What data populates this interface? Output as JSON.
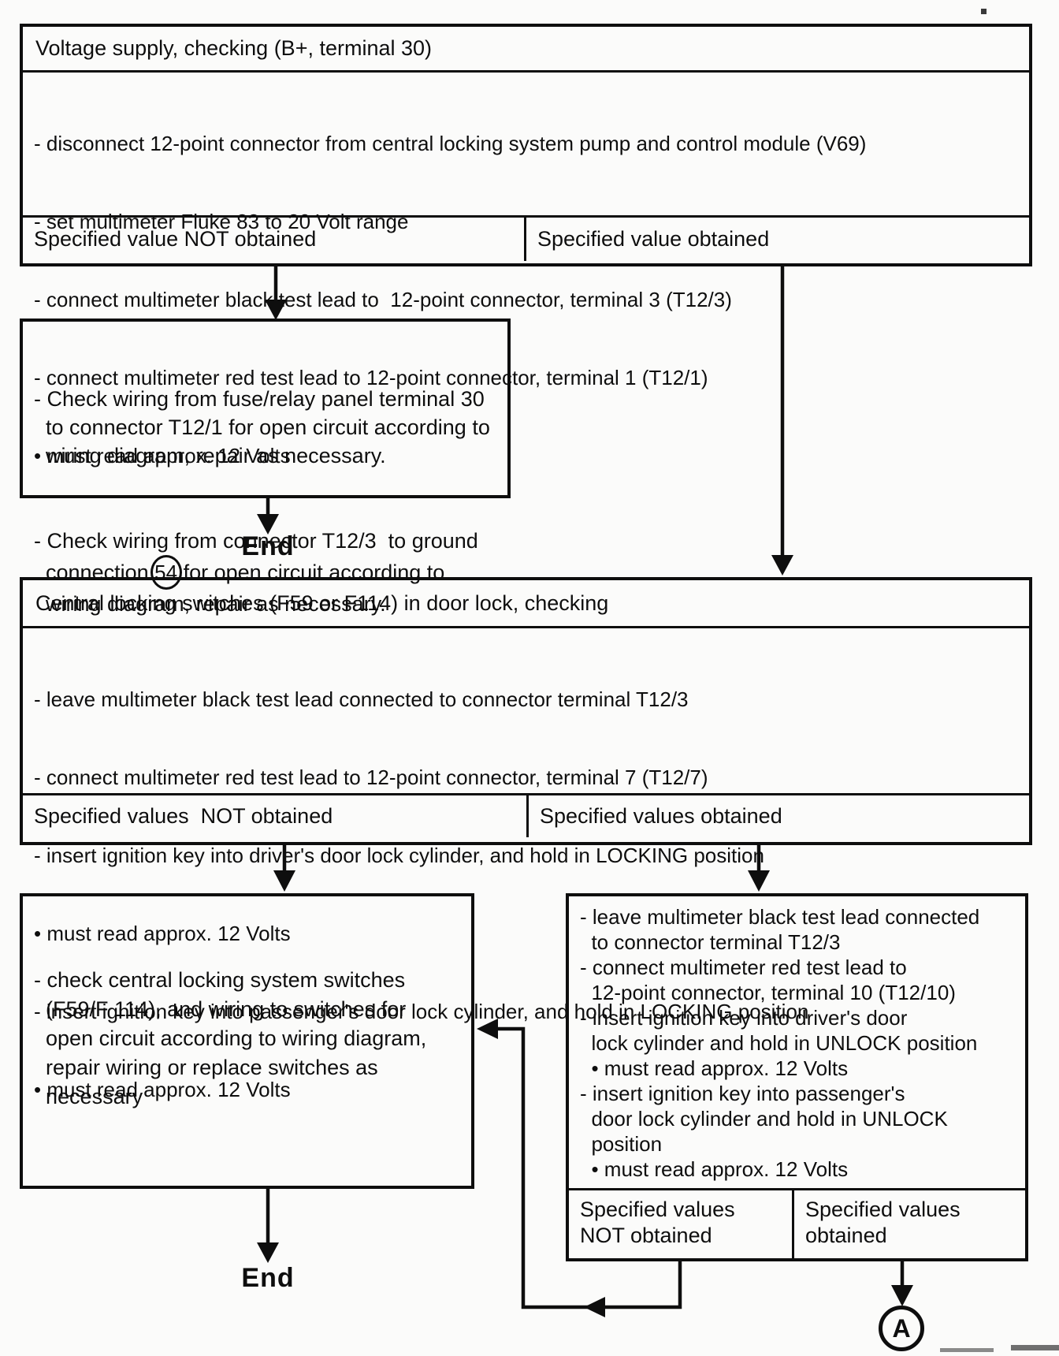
{
  "page": {
    "background": "#fbfbfa",
    "ink": "#0e0e0e"
  },
  "end1": "End",
  "end2": "End",
  "connector_a": "A",
  "voltage_check": {
    "title": "Voltage supply, checking (B+, terminal 30)",
    "steps": [
      "- disconnect 12-point connector from central locking system pump and control module (V69)",
      "- set multimeter Fluke 83 to 20 Volt range",
      "- connect multimeter black test lead to  12-point connector, terminal 3 (T12/3)",
      "- connect multimeter red test lead to 12-point connector, terminal 1 (T12/1)",
      "• must read approx. 12 Volts"
    ],
    "outcome_not_obtained": "Specified value NOT obtained",
    "outcome_obtained": "Specified value obtained"
  },
  "repair_wiring_box": {
    "step1": "- Check wiring from fuse/relay panel terminal 30\n  to connector T12/1 for open circuit according to\n  wiring diagram, repair as necessary.",
    "step2_before": "- Check wiring from connector T12/3  to ground\n  connection",
    "ground_label": "54",
    "step2_after": "for open circuit according to\n  wiring diagram, repair as necessary."
  },
  "lock_switch_check": {
    "title": "Central locking switches (F59 or F114) in door lock, checking",
    "steps": [
      "- leave multimeter black test lead connected to connector terminal T12/3",
      "- connect multimeter red test lead to 12-point connector, terminal 7 (T12/7)",
      "- insert ignition key into driver's door lock cylinder, and hold in LOCKING position",
      "• must read approx. 12 Volts",
      "- insert ignition key into passenger's door lock cylinder, and hold in LOCKING position",
      "• must read approx. 12 Volts"
    ],
    "outcome_not_obtained": "Specified values  NOT obtained",
    "outcome_obtained": "Specified values obtained"
  },
  "repair_switches_box": {
    "step1": "- check central locking system switches\n  (F59/F 114), and wiring to switches for\n  open circuit according to wiring diagram,\n  repair wiring or replace switches as\n  necessary"
  },
  "unlock_check": {
    "steps": [
      "- leave multimeter black test lead connected\n  to connector terminal T12/3",
      "- connect multimeter red test lead to\n  12-point connector, terminal 10 (T12/10)",
      "- insert ignition key into driver's door\n  lock cylinder and hold in UNLOCK position",
      "  • must read approx. 12 Volts",
      "- insert ignition key into passenger's\n  door lock cylinder and hold in UNLOCK\n  position",
      "  • must read approx. 12 Volts"
    ],
    "outcome_not_obtained": "Specified values\nNOT obtained",
    "outcome_obtained": "Specified values\nobtained"
  }
}
